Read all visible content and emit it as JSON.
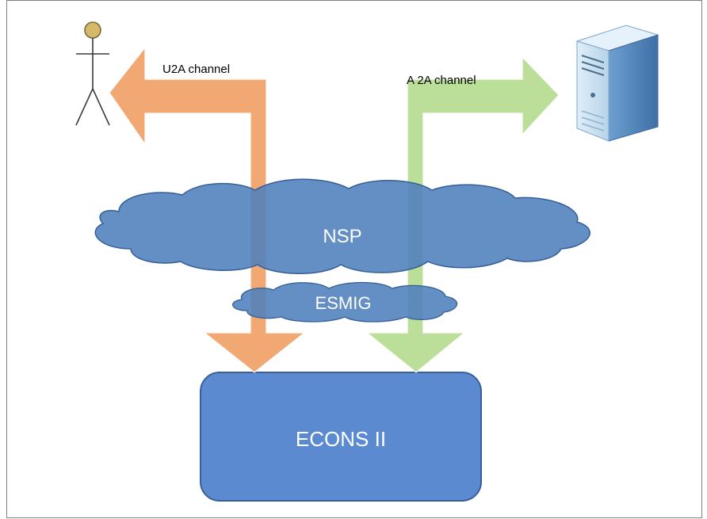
{
  "channels": {
    "u2a": {
      "label": "U2A channel",
      "color": "#f0a36b"
    },
    "a2a": {
      "label": "A 2A channel",
      "color": "#b4db8e"
    }
  },
  "network": {
    "nsp": {
      "label": "NSP",
      "color": "#4f7fbd"
    },
    "esmig": {
      "label": "ESMIG",
      "color": "#4f7fbd"
    }
  },
  "system": {
    "label": "ECONS II",
    "color": "#5b8ad0"
  },
  "icons": {
    "user": "stick-figure-user-icon",
    "server": "server-tower-icon"
  }
}
